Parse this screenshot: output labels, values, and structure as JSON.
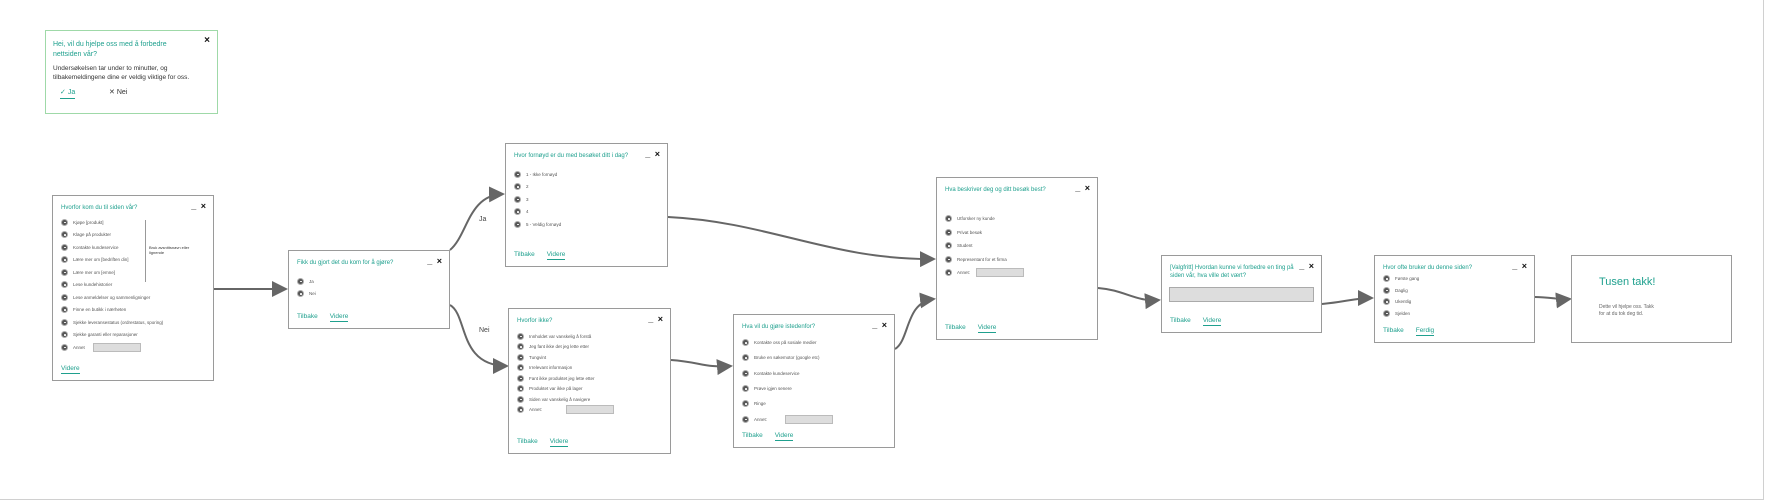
{
  "intro": {
    "title": "Hei, vil du hjelpe oss med å forbedre nettsiden vår?",
    "body": "Undersøkelsen tar under to minutter, og tilbakemeldingene dine er veldig viktige for oss.",
    "yes": "Ja",
    "no": "Nei"
  },
  "controls": {
    "minimize": "_",
    "close": "×"
  },
  "check_icon": "✓",
  "cross_icon": "✕",
  "q1": {
    "title": "Hvorfor kom du til siden vår?",
    "options": [
      "Kjøpe [produkt]",
      "Klage på produkter",
      "Kontakte kundeservice",
      "Lære mer om [bedriften din]",
      "Lære mer om [emne]",
      "Lese kundehistorier",
      "Lese anmeldelser og sammenligninger",
      "Finne en butikk i nærheten",
      "Sjekke leveransestatus (ordrestatus, sporing)",
      "Sjekke garanti eller reparasjoner",
      "Annet"
    ],
    "side_note": "Bruk avsnittsnavn eller lignende",
    "next": "Videre"
  },
  "q2": {
    "title": "Fikk du gjort det du kom for å gjøre?",
    "options": [
      "Ja",
      "Nei"
    ],
    "back": "Tilbake",
    "next": "Videre"
  },
  "q3": {
    "title": "Hvor fornøyd er du med besøket ditt i dag?",
    "options": [
      "1 - Ikke fornøyd",
      "2",
      "3",
      "4",
      "5 - Veldig fornøyd"
    ],
    "back": "Tilbake",
    "next": "Videre"
  },
  "q4": {
    "title": "Hvorfor ikke?",
    "options": [
      "Innholdet var vanskelig å forstå",
      "Jeg fant ikke det jeg lette etter",
      "Tungvint",
      "Irrelevant informasjon",
      "Fant ikke produktet jeg lette etter",
      "Produktet var ikke på lager",
      "Siden var vanskelig å navigere",
      "Annet:"
    ],
    "back": "Tilbake",
    "next": "Videre"
  },
  "q5": {
    "title": "Hva vil du gjøre istedenfor?",
    "options": [
      "Kontakte oss på sosiale medier",
      "Bruke en søkemotor (google etc)",
      "Kontakte kundeservice",
      "Prøve igjen senere",
      "Ringe",
      "Annet:"
    ],
    "back": "Tilbake",
    "next": "Videre"
  },
  "q6": {
    "title": "Hva beskriver deg og ditt besøk best?",
    "options": [
      "Utforsker ny kunde",
      "Privat besøk",
      "Student",
      "Representant for et firma",
      "Annet:"
    ],
    "back": "Tilbake",
    "next": "Videre"
  },
  "q7": {
    "title": "[Valgfritt] Hvordan kunne vi forbedre en ting på siden vår, hva ville det vært?",
    "back": "Tilbake",
    "next": "Videre"
  },
  "q8": {
    "title": "Hvor ofte bruker du denne siden?",
    "options": [
      "Første gang",
      "Daglig",
      "Ukentlig",
      "Sjelden"
    ],
    "back": "Tilbake",
    "finish": "Ferdig"
  },
  "thanks": {
    "title": "Tusen takk!",
    "body": "Dette vil hjelpe oss. Takk for at du tok deg tid."
  },
  "branches": {
    "yes": "Ja",
    "no": "Nei"
  }
}
